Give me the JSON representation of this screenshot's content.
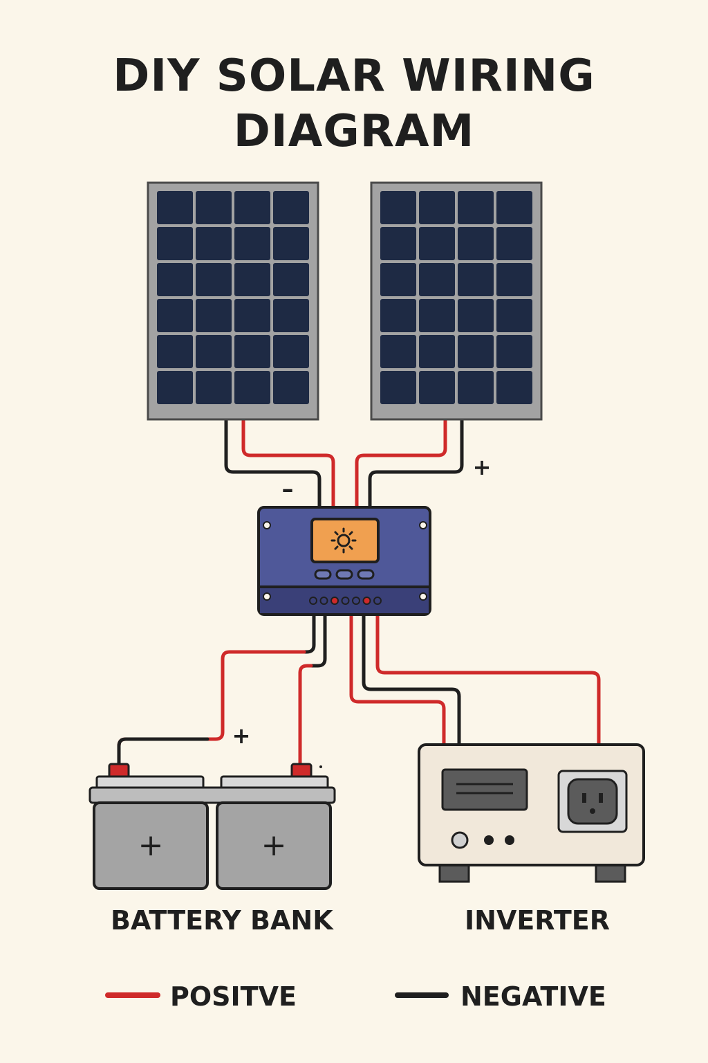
{
  "title": {
    "line1": "DIY SOLAR WIRING",
    "line2": "DIAGRAM"
  },
  "labels": {
    "battery_bank": "BATTERY BANK",
    "inverter": "INVERTER",
    "minus_sign": "–",
    "plus_sign": "+"
  },
  "legend": {
    "positive": "POSITVE",
    "negative": "NEGATIVE"
  },
  "colors": {
    "background": "#fbf6ea",
    "positive_wire": "#cf2a2a",
    "negative_wire": "#1f1f1f",
    "panel_cell": "#1e2a44",
    "panel_frame": "#9c9c9c",
    "controller_body": "#4f5899",
    "controller_screen": "#f0a050",
    "battery_body": "#a4a4a4",
    "inverter_body": "#f1e8da"
  },
  "icons": {
    "controller_display": "sun-icon",
    "inverter_outlet": "outlet-icon"
  }
}
